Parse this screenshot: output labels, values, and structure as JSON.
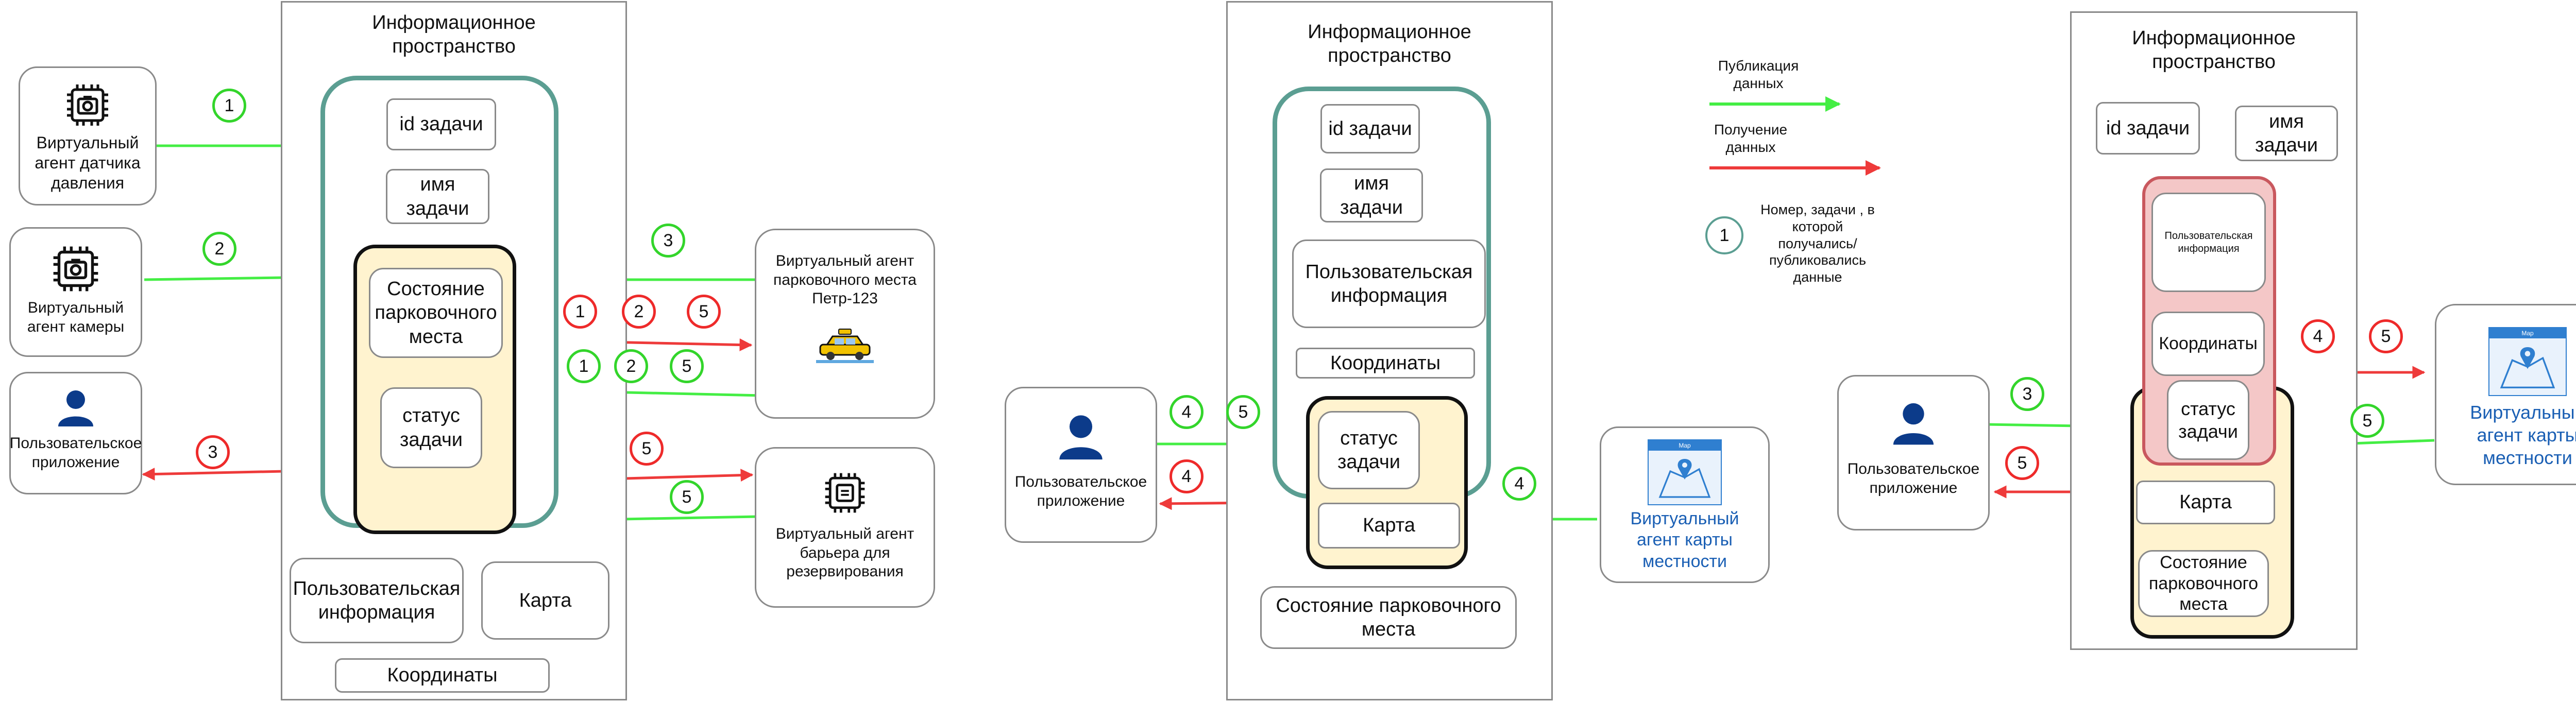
{
  "colors": {
    "publish_arrow": "#44ee44",
    "receive_arrow": "#ee3a3a",
    "teal_border": "#5b9e92",
    "yellow_fill": "#fff3cf",
    "pink_fill": "#f4c7c7",
    "user_icon": "#0c3b8a",
    "map_agent_text": "#1a5fb4"
  },
  "legend": {
    "publish": "Публикация\nданных",
    "receive": "Получение\nданных",
    "badge_number": "1",
    "badge_meaning": "Номер, задачи , в\nкоторой\nполучались/\nпубликовались\nданные"
  },
  "diagram1": {
    "title": "Информационное\nпространство",
    "fields": {
      "task_id": "id задачи",
      "task_name": "имя\nзадачи",
      "parking_state": "Состояние\nпарковочного\nместа",
      "task_status": "статус\nзадачи",
      "user_info": "Пользовательская\nинформация",
      "map": "Карта",
      "coords": "Координаты"
    },
    "agents": {
      "pressure": "Виртуальный\nагент датчика\nдавления",
      "camera": "Виртуальный\nагент камеры",
      "user_app": "Пользовательское\nприложение",
      "parking_spot": "Виртуальный агент\nпарковочного места\nПетр-123",
      "barrier": "Виртуальный агент\nбарьера для\nрезервирования"
    },
    "icons": {
      "pressure": "chip-camera-icon",
      "camera": "chip-camera-icon",
      "user_app": "user-icon",
      "parking_spot": "taxi-car-icon",
      "barrier": "chip-icon"
    },
    "badges": {
      "pressure_publish": "1",
      "camera_publish": "2",
      "user_app_receive": "3",
      "spot_publish": "3",
      "spot_receive_1": "1",
      "spot_receive_2": "2",
      "spot_receive_5": "5",
      "status_to_spot_1": "1",
      "status_to_spot_2": "2",
      "status_to_spot_5": "5",
      "barrier_receive": "5",
      "barrier_publish": "5"
    }
  },
  "diagram2": {
    "title": "Информационное\nпространство",
    "fields": {
      "task_id": "id задачи",
      "task_name": "имя\nзадачи",
      "user_info": "Пользовательская\nинформация",
      "coords": "Координаты",
      "task_status": "статус\nзадачи",
      "map": "Карта",
      "parking_state": "Состояние парковочного\nместа"
    },
    "agents": {
      "user_app": "Пользовательское\nприложение",
      "map_agent": "Виртуальный\nагент карты\nместности"
    },
    "icons": {
      "user_app": "user-icon",
      "map_agent": "map-window-icon"
    },
    "map_window_caption": "Map",
    "badges": {
      "user_publish_4": "4",
      "user_publish_5": "5",
      "user_receive_4": "4",
      "map_publish": "4"
    }
  },
  "diagram3": {
    "title": "Информационное\nпространство",
    "fields": {
      "task_id": "id задачи",
      "task_name": "имя\nзадачи",
      "user_info": "Пользовательская\nинформация",
      "coords": "Координаты",
      "task_status": "статус\nзадачи",
      "map": "Карта",
      "parking_state": "Состояние\nпарковочного\nместа"
    },
    "agents": {
      "user_app": "Пользовательское\nприложение",
      "map_agent": "Виртуальный\nагент карты\nместности"
    },
    "icons": {
      "user_app": "user-icon",
      "map_agent": "map-window-icon"
    },
    "map_window_caption": "Map",
    "badges": {
      "user_publish": "3",
      "user_receive": "5",
      "map_receive_4": "4",
      "map_receive_5": "5",
      "map_publish": "5"
    }
  }
}
